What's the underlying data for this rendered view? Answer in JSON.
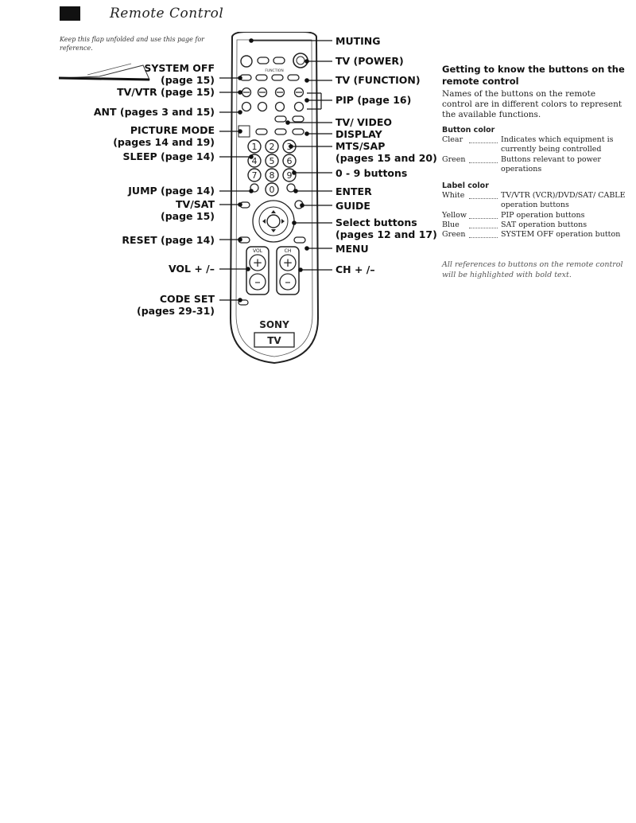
{
  "header": {
    "title": "Remote Control",
    "note": "Keep this flap unfolded and use this page for reference."
  },
  "left_labels": [
    {
      "id": "system-off",
      "lines": [
        "SYSTEM OFF",
        "(page 15)"
      ]
    },
    {
      "id": "tv-vtr",
      "lines": [
        "TV/VTR (page 15)"
      ]
    },
    {
      "id": "ant",
      "lines": [
        "ANT (pages 3 and 15)"
      ]
    },
    {
      "id": "picture-mode",
      "lines": [
        "PICTURE MODE",
        "(pages 14 and 19)"
      ]
    },
    {
      "id": "sleep",
      "lines": [
        "SLEEP (page 14)"
      ]
    },
    {
      "id": "jump",
      "lines": [
        "JUMP (page 14)"
      ]
    },
    {
      "id": "tv-sat",
      "lines": [
        "TV/SAT",
        "(page 15)"
      ]
    },
    {
      "id": "reset",
      "lines": [
        "RESET (page 14)"
      ]
    },
    {
      "id": "vol",
      "lines": [
        "VOL + /–"
      ]
    },
    {
      "id": "code-set",
      "lines": [
        "CODE SET",
        "(pages 29-31)"
      ]
    }
  ],
  "right_labels": [
    {
      "id": "muting",
      "lines": [
        "MUTING"
      ]
    },
    {
      "id": "tv-power",
      "lines": [
        "TV (POWER)"
      ]
    },
    {
      "id": "tv-function",
      "lines": [
        "TV (FUNCTION)"
      ]
    },
    {
      "id": "pip",
      "lines": [
        "PIP (page 16)"
      ]
    },
    {
      "id": "tv-video",
      "lines": [
        "TV/ VIDEO"
      ]
    },
    {
      "id": "display",
      "lines": [
        "DISPLAY"
      ]
    },
    {
      "id": "mts-sap",
      "lines": [
        "MTS/SAP",
        "(pages 15 and 20)"
      ]
    },
    {
      "id": "digits",
      "lines": [
        "0 - 9 buttons"
      ]
    },
    {
      "id": "enter",
      "lines": [
        "ENTER"
      ]
    },
    {
      "id": "guide",
      "lines": [
        "GUIDE"
      ]
    },
    {
      "id": "select",
      "lines": [
        "Select buttons",
        "(pages 12 and 17)"
      ]
    },
    {
      "id": "menu",
      "lines": [
        "MENU"
      ]
    },
    {
      "id": "ch",
      "lines": [
        "CH + /–"
      ]
    }
  ],
  "remote": {
    "digits": [
      "1",
      "2",
      "3",
      "4",
      "5",
      "6",
      "7",
      "8",
      "9",
      "0"
    ],
    "vol_label": "VOL",
    "ch_label": "CH",
    "plus": "+",
    "minus": "–",
    "brand": "SONY",
    "model_badge": "TV",
    "function_label": "FUNCTION"
  },
  "sidebar": {
    "title": "Getting to know the buttons on the remote control",
    "intro": "Names of the buttons on the remote control are in different colors to represent the available functions.",
    "button_color_heading": "Button color",
    "button_colors": [
      {
        "name": "Clear",
        "desc": "Indicates which equipment is currently being controlled"
      },
      {
        "name": "Green",
        "desc": "Buttons relevant to power operations"
      }
    ],
    "label_color_heading": "Label color",
    "label_colors": [
      {
        "name": "White",
        "desc": "TV/VTR (VCR)/DVD/SAT/ CABLE operation buttons"
      },
      {
        "name": "Yellow",
        "desc": "PIP operation buttons"
      },
      {
        "name": "Blue",
        "desc": "SAT operation buttons"
      },
      {
        "name": "Green",
        "desc": "SYSTEM OFF operation button"
      }
    ],
    "footnote": "All references to buttons on the remote control will be highlighted with bold text."
  }
}
